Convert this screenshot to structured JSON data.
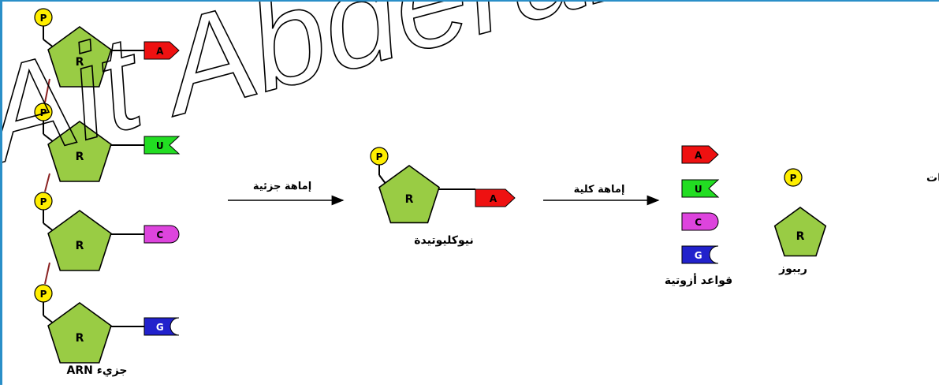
{
  "watermark": "Ait Abderahmane",
  "colors": {
    "phosphate": "#ffee00",
    "ribose": "#99cc44",
    "base_A": "#ee1111",
    "base_U": "#22dd22",
    "base_C": "#dd44dd",
    "base_G": "#2222cc",
    "backbone": "#8b2323"
  },
  "symbols": {
    "phosphate": "P",
    "ribose": "R"
  },
  "rna": {
    "label": "جزيء ARN",
    "bases": [
      "A",
      "U",
      "C",
      "G"
    ]
  },
  "step1": {
    "label": "إماهة جزئية"
  },
  "nucleotide": {
    "label": "نيوكليوتيدة",
    "base": "A"
  },
  "step2": {
    "label": "إماهة كلية"
  },
  "products": {
    "bases_label": "قواعد أزوتية",
    "bases": [
      "A",
      "U",
      "C",
      "G"
    ],
    "phosphate_label": "مجموعة فوسفات",
    "ribose_label": "ريبوز"
  }
}
